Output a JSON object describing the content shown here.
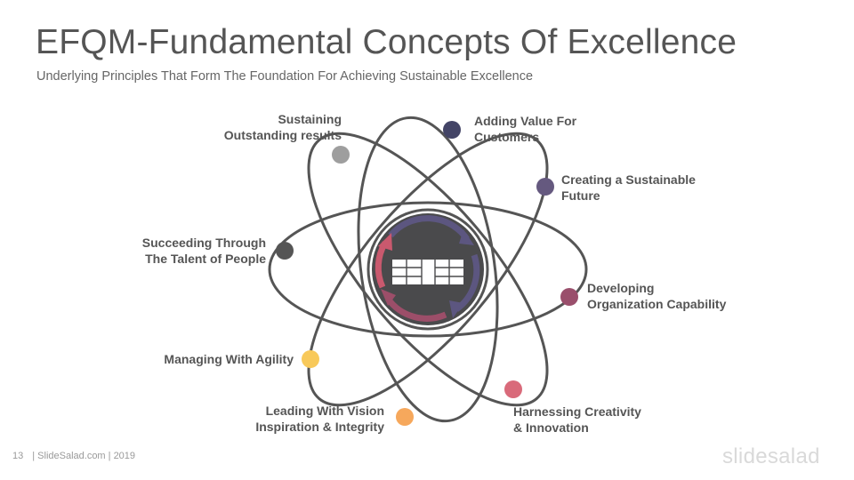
{
  "slide": {
    "title": "EFQM-Fundamental Concepts Of Excellence",
    "subtitle": "Underlying Principles That Form The Foundation For Achieving Sustainable Excellence"
  },
  "concepts": [
    {
      "label": "Sustaining\nOutstanding results",
      "color": "#9e9e9e"
    },
    {
      "label": "Adding Value For\nCustomers",
      "color": "#434466"
    },
    {
      "label": "Creating a Sustainable\nFuture",
      "color": "#65597f"
    },
    {
      "label": "Developing\nOrganization Capability",
      "color": "#9a4f6c"
    },
    {
      "label": "Harnessing Creativity\n& Innovation",
      "color": "#d96a7a"
    },
    {
      "label": "Leading With Vision\nInspiration & Integrity",
      "color": "#f6a85c"
    },
    {
      "label": "Managing With Agility",
      "color": "#f8c95a"
    },
    {
      "label": "Succeeding Through\nThe Talent of People",
      "color": "#555555"
    }
  ],
  "colors": {
    "orbit": "#555555",
    "core": "#4a4a4c",
    "arrow_purple": "#5c5680",
    "arrow_pink": "#c9596e",
    "arrow_rose": "#9c4e69"
  },
  "footer": {
    "page_number": "13",
    "source": "| SlideSalad.com | 2019",
    "logo": "slidesalad"
  }
}
